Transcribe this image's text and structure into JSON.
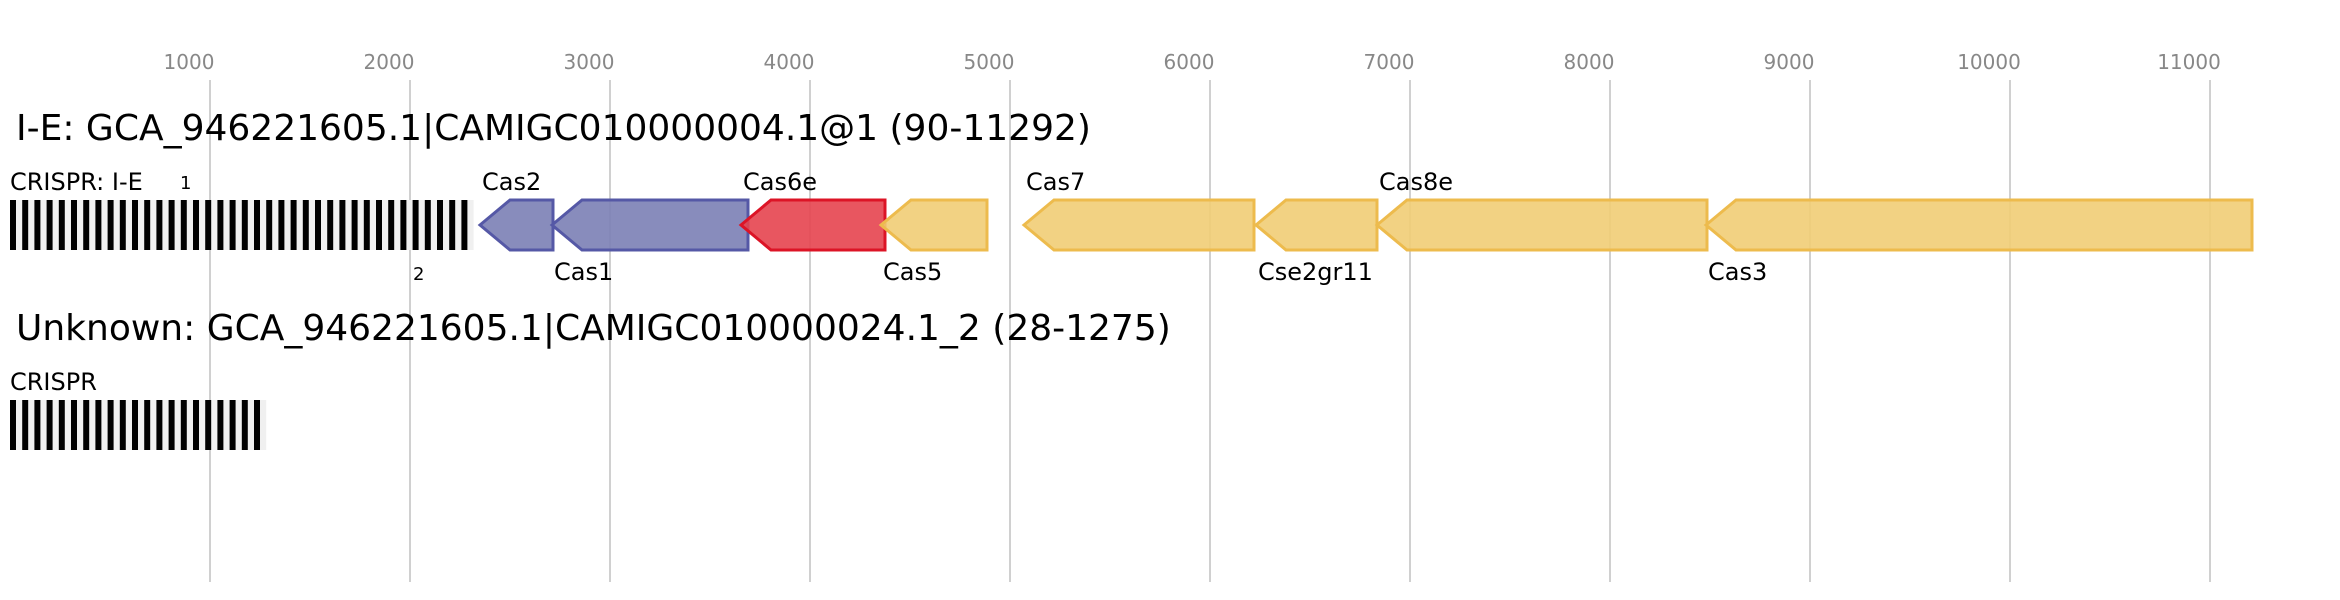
{
  "axis": {
    "ticks": [
      1000,
      2000,
      3000,
      4000,
      5000,
      6000,
      7000,
      8000,
      9000,
      10000,
      11000
    ],
    "grid_color": "#c0c0c0",
    "tick_color": "#888888"
  },
  "colors": {
    "blue": {
      "fill": "#7b7fb5",
      "stroke": "#5558a6"
    },
    "red": {
      "fill": "#e5444f",
      "stroke": "#dc1426"
    },
    "yellow": {
      "fill": "#f1cd76",
      "stroke": "#edbb4d"
    }
  },
  "loci": [
    {
      "title": "I-E: GCA_946221605.1|CAMIGC010000004.1@1 (90-11292)",
      "crispr": {
        "label": "CRISPR: I-E",
        "start": 10,
        "repeats": 38,
        "end": 2295,
        "index_labels": [
          "1",
          "2"
        ]
      },
      "genes": [
        {
          "name": "Cas2",
          "start": 2350,
          "end": 2715,
          "strand": "-",
          "color": "blue",
          "label_side": "above"
        },
        {
          "name": "Cas1",
          "start": 2710,
          "end": 3690,
          "strand": "-",
          "color": "blue",
          "label_side": "below"
        },
        {
          "name": "Cas6e",
          "start": 3655,
          "end": 4375,
          "strand": "-",
          "color": "red",
          "label_side": "above"
        },
        {
          "name": "Cas5",
          "start": 4355,
          "end": 4885,
          "strand": "-",
          "color": "yellow",
          "label_side": "below"
        },
        {
          "name": "Cas7",
          "start": 5070,
          "end": 6220,
          "strand": "-",
          "color": "yellow",
          "label_side": "above"
        },
        {
          "name": "Cse2gr11",
          "start": 6230,
          "end": 6835,
          "strand": "-",
          "color": "yellow",
          "label_side": "below"
        },
        {
          "name": "Cas8e",
          "start": 6835,
          "end": 8485,
          "strand": "-",
          "color": "yellow",
          "label_side": "above"
        },
        {
          "name": "Cas3",
          "start": 8480,
          "end": 11210,
          "strand": "-",
          "color": "yellow",
          "label_side": "below"
        }
      ]
    },
    {
      "title": "Unknown: GCA_946221605.1|CAMIGC010000024.1_2 (28-1275)",
      "crispr": {
        "label": "CRISPR",
        "start": 10,
        "repeats": 21,
        "end": 1275,
        "index_labels": []
      },
      "genes": []
    }
  ]
}
